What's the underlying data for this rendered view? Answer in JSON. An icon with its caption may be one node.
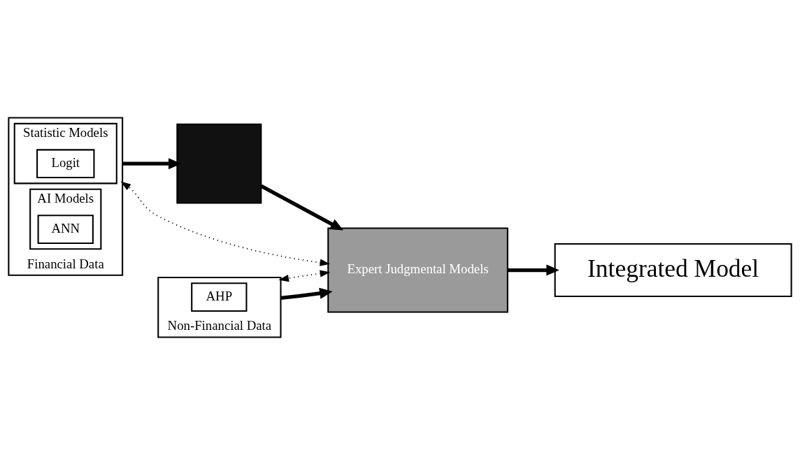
{
  "diagram": {
    "nodes": [
      {
        "text": [
          "Financial Data"
        ]
      },
      {
        "text": [
          "Statistic Models"
        ],
        "in": 0
      },
      {
        "text": [
          "Logit"
        ],
        "in": 1
      },
      {
        "text": [
          "AI Models"
        ],
        "in": 0
      },
      {
        "text": [
          "ANN"
        ],
        "in": 3
      },
      {
        "text": [],
        "shape": "box"
      },
      {
        "text": [
          "Non-Financial Data"
        ]
      },
      {
        "text": [
          "AHP"
        ],
        "in": 6
      },
      {
        "text": [
          "Expert Judgmental Models"
        ]
      },
      {
        "text": [
          "Integrated Model"
        ]
      }
    ],
    "edges": [
      {
        "from": 0,
        "to": 5,
        "arrow": "to"
      },
      {
        "from": 5,
        "to": 8,
        "arrow": "to"
      },
      {
        "from": 6,
        "to": 8,
        "arrow": "to"
      },
      {
        "from": 8,
        "to": 0,
        "arrow": "both",
        "style": "dashed"
      },
      {
        "from": 8,
        "to": 6,
        "arrow": "both",
        "style": "dashed"
      },
      {
        "from": 8,
        "to": 9,
        "arrow": "to"
      }
    ]
  }
}
